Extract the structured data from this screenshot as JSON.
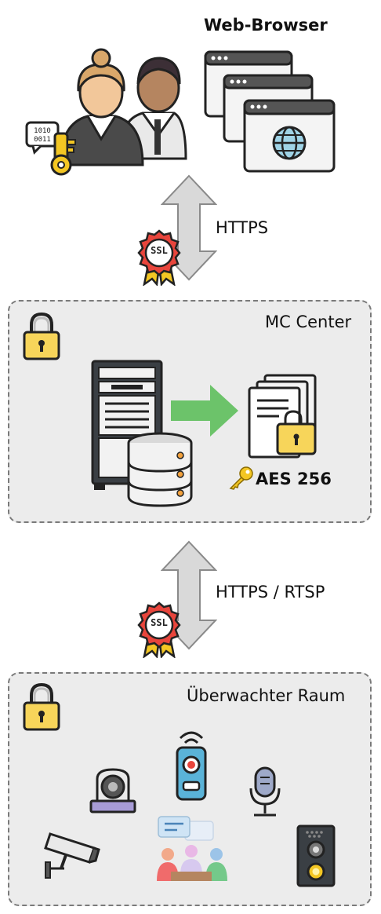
{
  "top": {
    "browser_label": "Web-Browser"
  },
  "links": {
    "upper_protocol": "HTTPS",
    "lower_protocol": "HTTPS / RTSP",
    "ssl_badge": "SSL"
  },
  "mc_center": {
    "title": "MC Center",
    "encryption_label": "AES 256"
  },
  "monitored_room": {
    "title": "Überwachter Raum"
  },
  "colors": {
    "panel_bg": "#ececec",
    "panel_border": "#7a7a7a",
    "arrow_gray": "#d9d9d9",
    "flow_green": "#6cc36a",
    "lock_yellow": "#f7d55a",
    "badge_red": "#e8453c",
    "key_yellow": "#f3c623"
  }
}
